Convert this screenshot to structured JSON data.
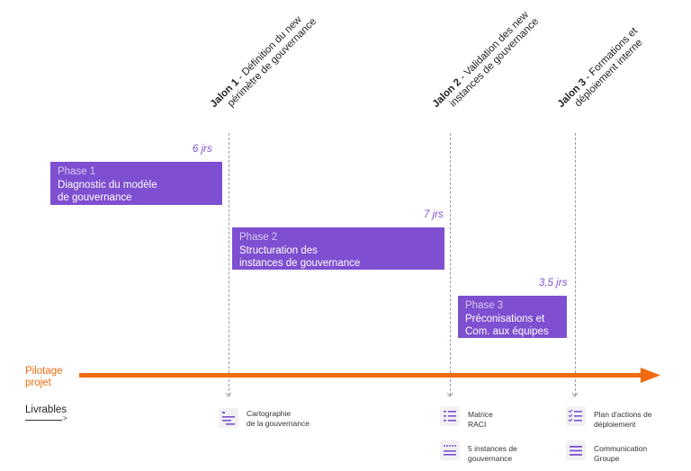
{
  "milestones": [
    {
      "label": "Jalon 1",
      "sep": " - ",
      "line1": "Définition du new",
      "line2": "périmètre de gouvernance"
    },
    {
      "label": "Jalon 2",
      "sep": " - ",
      "line1": "Validation des new",
      "line2": "instances de gouvernance"
    },
    {
      "label": "Jalon 3",
      "sep": " - ",
      "line1": "Formations et",
      "line2": "déploiement interne"
    }
  ],
  "phases": [
    {
      "num": "Phase 1",
      "title_line1": "Diagnostic du modèle",
      "title_line2": "de gouvernance",
      "duration": "6 jrs"
    },
    {
      "num": "Phase 2",
      "title_line1": "Structuration des",
      "title_line2": "instances de gouvernance",
      "duration": "7 jrs"
    },
    {
      "num": "Phase 3",
      "title_line1": "Préconisations et",
      "title_line2": "Com. aux équipes",
      "duration": "3,5 jrs"
    }
  ],
  "pilotage": {
    "line1": "Pilotage",
    "line2": "projet"
  },
  "livrables": {
    "label": "Livrables",
    "arrow": ">"
  },
  "deliverables": [
    {
      "icon": "list-icon",
      "text": "Cartographie\nde la gouvernance"
    },
    {
      "icon": "matrix-icon",
      "text": "Matrice\nRACI"
    },
    {
      "icon": "rating-list-icon",
      "text": "5 instances de\ngouvernance"
    },
    {
      "icon": "checklist-icon",
      "text": "Plan d'actions de\ndéploiement"
    },
    {
      "icon": "lines-icon",
      "text": "Communication\nGroupe"
    }
  ],
  "colors": {
    "phase": "#7e4fd0",
    "arrow": "#f06a0f",
    "pilotage_text": "#f06a0f",
    "duration": "#7e4fd0"
  }
}
